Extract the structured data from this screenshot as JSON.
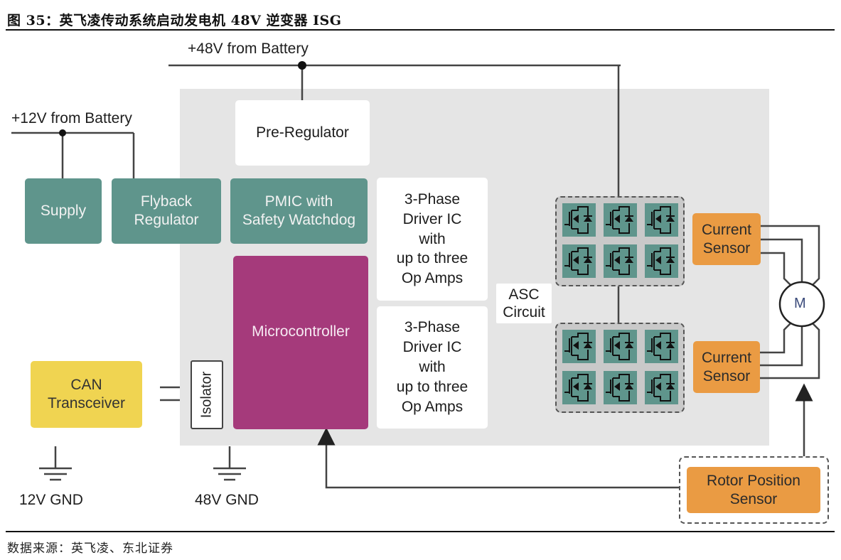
{
  "figure": {
    "title": "图 35：英飞凌传动系统启动发电机 48V 逆变器 ISG",
    "source": "数据来源：英飞凌、东北证券"
  },
  "supply_labels": {
    "battery_48v": "+48V from Battery",
    "battery_12v": "+12V from Battery",
    "gnd_12v": "12V GND",
    "gnd_48v": "48V GND"
  },
  "blocks": {
    "pre_regulator": "Pre-Regulator",
    "supply": "Supply",
    "flyback": [
      "Flyback",
      "Regulator"
    ],
    "pmic": [
      "PMIC with",
      "Safety Watchdog"
    ],
    "microcontroller": "Microcontroller",
    "driver_ic_1": [
      "3-Phase",
      "Driver IC",
      "with",
      "up to three",
      "Op Amps"
    ],
    "driver_ic_2": [
      "3-Phase",
      "Driver IC",
      "with",
      "up to three",
      "Op Amps"
    ],
    "asc_circuit": [
      "ASC",
      "Circuit"
    ],
    "current_sensor_top": [
      "Current",
      "Sensor"
    ],
    "current_sensor_bottom": [
      "Current",
      "Sensor"
    ],
    "motor": "M",
    "can_transceiver": [
      "CAN",
      "Transceiver"
    ],
    "isolator": "Isolator",
    "rotor_position_sensor": [
      "Rotor Position",
      "Sensor"
    ]
  },
  "icons": {
    "igbt_cell": "igbt-transistor-with-diode-icon",
    "ground": "ground-icon",
    "motor": "motor-icon",
    "junction": "junction-dot-icon"
  },
  "colors": {
    "panel": "#e5e5e5",
    "teal": "#5f958c",
    "magenta": "#a53a7b",
    "orange": "#ea9b43",
    "yellow": "#f0d451",
    "igbt_group": "#c9c9c9",
    "wire": "#444444"
  }
}
